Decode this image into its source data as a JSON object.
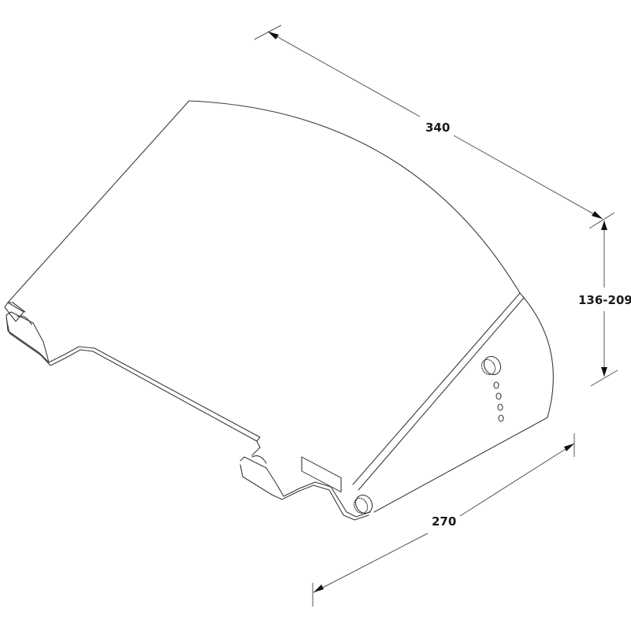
{
  "drawing": {
    "subject": "laptop-stand-isometric",
    "line_color": "#3a3a3a",
    "background": "#ffffff"
  },
  "dimensions": {
    "length": {
      "label": "340"
    },
    "height": {
      "label": "136-209"
    },
    "width": {
      "label": "270"
    }
  }
}
